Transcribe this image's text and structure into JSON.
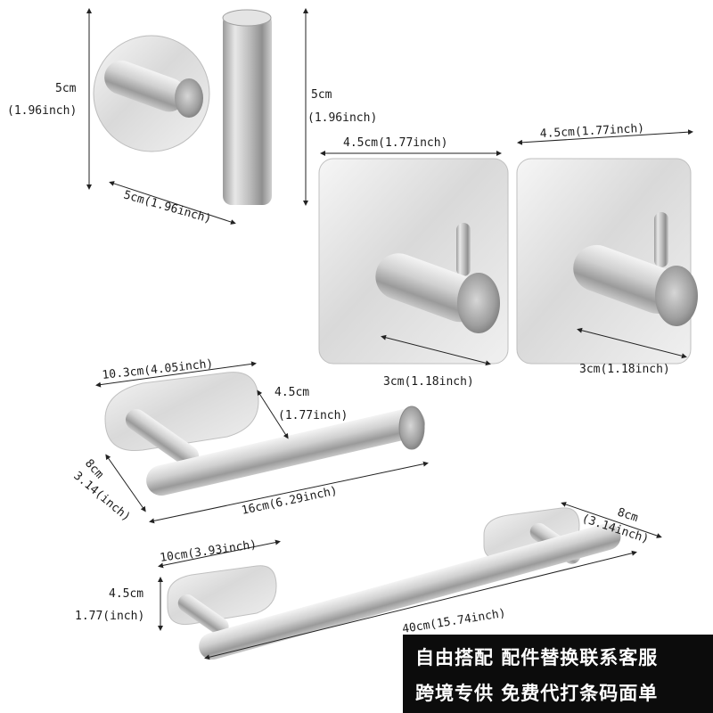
{
  "dimensions": {
    "round_hook_height": "5cm",
    "round_hook_height_in": "(1.96inch)",
    "post_height": "5cm",
    "post_height_in": "(1.96inch)",
    "round_hook_width": "5cm(1.96inch)",
    "square_hook_a_width": "4.5cm(1.77inch)",
    "square_hook_b_width": "4.5cm(1.77inch)",
    "square_hook_a_depth": "3cm(1.18inch)",
    "square_hook_b_depth": "3cm(1.18inch)",
    "paper_holder_plate_width": "10.3cm(4.05inch)",
    "paper_holder_height": "4.5cm",
    "paper_holder_height_in": "(1.77inch)",
    "paper_holder_depth": "8cm",
    "paper_holder_depth_in": "3.14(inch)",
    "paper_holder_bar": "16cm(6.29inch)",
    "towel_bar_depth": "8cm",
    "towel_bar_depth_in": "(3.14inch)",
    "towel_bar_plate_width": "10cm(3.93inch)",
    "towel_bar_plate_height": "4.5cm",
    "towel_bar_plate_height_in": "1.77(inch)",
    "towel_bar_length": "40cm(15.74inch)"
  },
  "banner": {
    "line1": "自由搭配  配件替换联系客服",
    "line2": "跨境专供  免费代打条码面单"
  },
  "colors": {
    "steel_light": "#f2f2f2",
    "steel_mid": "#c8c8c8",
    "steel_dark": "#8a8a8a",
    "banner_bg": "#0c0c0c",
    "banner_text": "#ffffff"
  }
}
